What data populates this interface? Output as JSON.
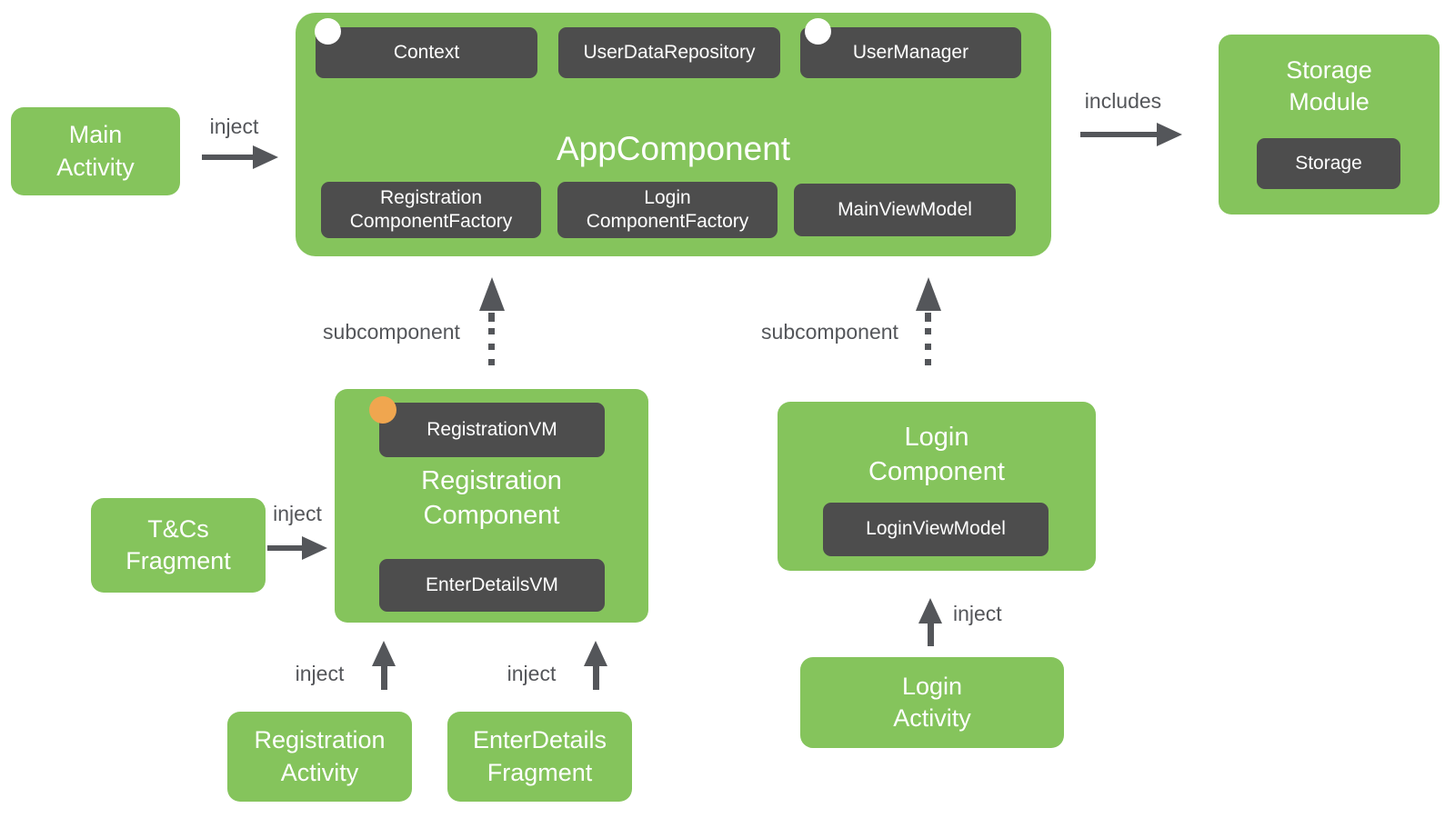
{
  "colors": {
    "green": "#85C45C",
    "dark": "#4D4D4D",
    "gray": "#54565A",
    "orange": "#F0A64F",
    "white": "#FFFFFF"
  },
  "app_component": {
    "title": "AppComponent",
    "top_items": [
      {
        "label": "Context"
      },
      {
        "label": "UserDataRepository"
      },
      {
        "label": "UserManager"
      }
    ],
    "bottom_items": [
      {
        "label": "Registration\nComponentFactory"
      },
      {
        "label": "Login\nComponentFactory"
      },
      {
        "label": "MainViewModel"
      }
    ]
  },
  "storage_module": {
    "title": "Storage\nModule",
    "item": "Storage"
  },
  "registration_component": {
    "title": "Registration\nComponent",
    "top_item": "RegistrationVM",
    "bottom_item": "EnterDetailsVM"
  },
  "login_component": {
    "title": "Login\nComponent",
    "item": "LoginViewModel"
  },
  "nodes": {
    "main_activity": "Main\nActivity",
    "tcs_fragment": "T&Cs\nFragment",
    "registration_activity": "Registration\nActivity",
    "enterdetails_fragment": "EnterDetails\nFragment",
    "login_activity": "Login\nActivity"
  },
  "edges": {
    "inject_main": "inject",
    "includes": "includes",
    "subcomponent_registration": "subcomponent",
    "subcomponent_login": "subcomponent",
    "inject_tcs": "inject",
    "inject_registration_activity": "inject",
    "inject_enterdetails": "inject",
    "inject_login_activity": "inject"
  }
}
